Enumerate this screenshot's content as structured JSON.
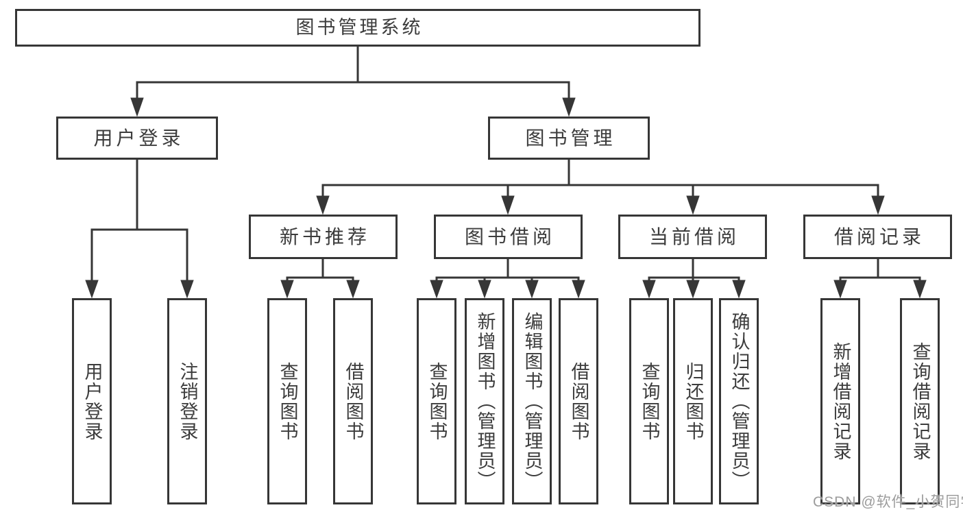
{
  "diagram": {
    "root": {
      "label": "图书管理系统"
    },
    "level2": [
      {
        "label": "用户登录"
      },
      {
        "label": "图书管理"
      }
    ],
    "level3": [
      {
        "label": "新书推荐"
      },
      {
        "label": "图书借阅"
      },
      {
        "label": "当前借阅"
      },
      {
        "label": "借阅记录"
      }
    ],
    "leaves": {
      "user_login": [
        "用户登录",
        "注销登录"
      ],
      "new_books": [
        "查询图书",
        "借阅图书"
      ],
      "book_borrow": [
        "查询图书",
        "新增图书（管理员）",
        "编辑图书（管理员）",
        "借阅图书"
      ],
      "current_borrow": [
        "查询图书",
        "归还图书",
        "确认归还（管理员）"
      ],
      "borrow_records": [
        "新增借阅记录",
        "查询借阅记录"
      ]
    }
  },
  "watermark": {
    "text": "CSDN @软件_小贺同学"
  },
  "colors": {
    "line": "#363636",
    "text": "#3c3c3c",
    "watermark": "#9c9c9c",
    "background": "#ffffff"
  }
}
